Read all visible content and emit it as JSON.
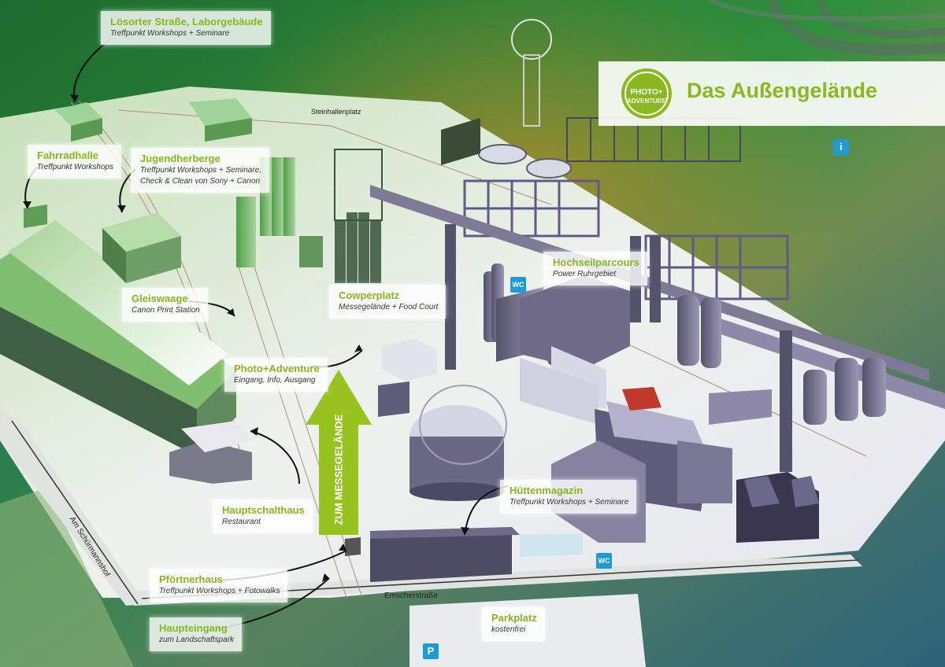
{
  "header": {
    "title": "Das Außengelände",
    "logo_top": "PHOTO+",
    "logo_bottom": "ADVENTURE"
  },
  "labels": [
    {
      "id": "loesorter",
      "title": "Lösorter Straße, Laborgebäude",
      "subtitle": "Treffpunkt Workshops + Seminare"
    },
    {
      "id": "fahrradhalle",
      "title": "Fahrradhalle",
      "subtitle": "Treffpunkt Workshops"
    },
    {
      "id": "jugendherberge",
      "title": "Jugendherberge",
      "subtitle": "Treffpunkt Workshops + Seminare,",
      "subtitle2": "Check & Clean von Sony + Canon"
    },
    {
      "id": "gleiswaage",
      "title": "Gleiswaage",
      "subtitle": "Canon Print Station"
    },
    {
      "id": "photoadventure",
      "title": "Photo+Adventure",
      "subtitle": "Eingang, Info, Ausgang"
    },
    {
      "id": "cowperplatz",
      "title": "Cowperplatz",
      "subtitle": "Messegelände + Food Court"
    },
    {
      "id": "hochseil",
      "title": "Hochseilparcours",
      "subtitle": "Power Ruhrgebiet"
    },
    {
      "id": "hauptschalthaus",
      "title": "Hauptschalthaus",
      "subtitle": "Restaurant"
    },
    {
      "id": "huettenmagazin",
      "title": "Hüttenmagazin",
      "subtitle": "Treffpunkt Workshops + Seminare"
    },
    {
      "id": "pfoertnerhaus",
      "title": "Pförtnerhaus",
      "subtitle": "Treffpunkt Workshops + Fotowalks"
    },
    {
      "id": "haupteingang",
      "title": "Haupteingang",
      "subtitle": "zum Landschaftspark"
    },
    {
      "id": "parkplatz",
      "title": "Parkplatz",
      "subtitle": "kostenfrei"
    }
  ],
  "streets": {
    "steinhallenplatz": "Steinhallenplatz",
    "am_schuermannshof": "Am Schürmannshof",
    "emscherstrasse": "Emscherstraße"
  },
  "arrow_text": "ZUM MESSEGELÄNDE",
  "icons": {
    "parking": "P",
    "wc1": "WC",
    "wc2": "WC",
    "info": "i"
  },
  "colors": {
    "accent": "#8ab81f",
    "dark_green": "#1f7d3a",
    "building": "#7e7a95",
    "parking_blue": "#1e9ad6"
  }
}
